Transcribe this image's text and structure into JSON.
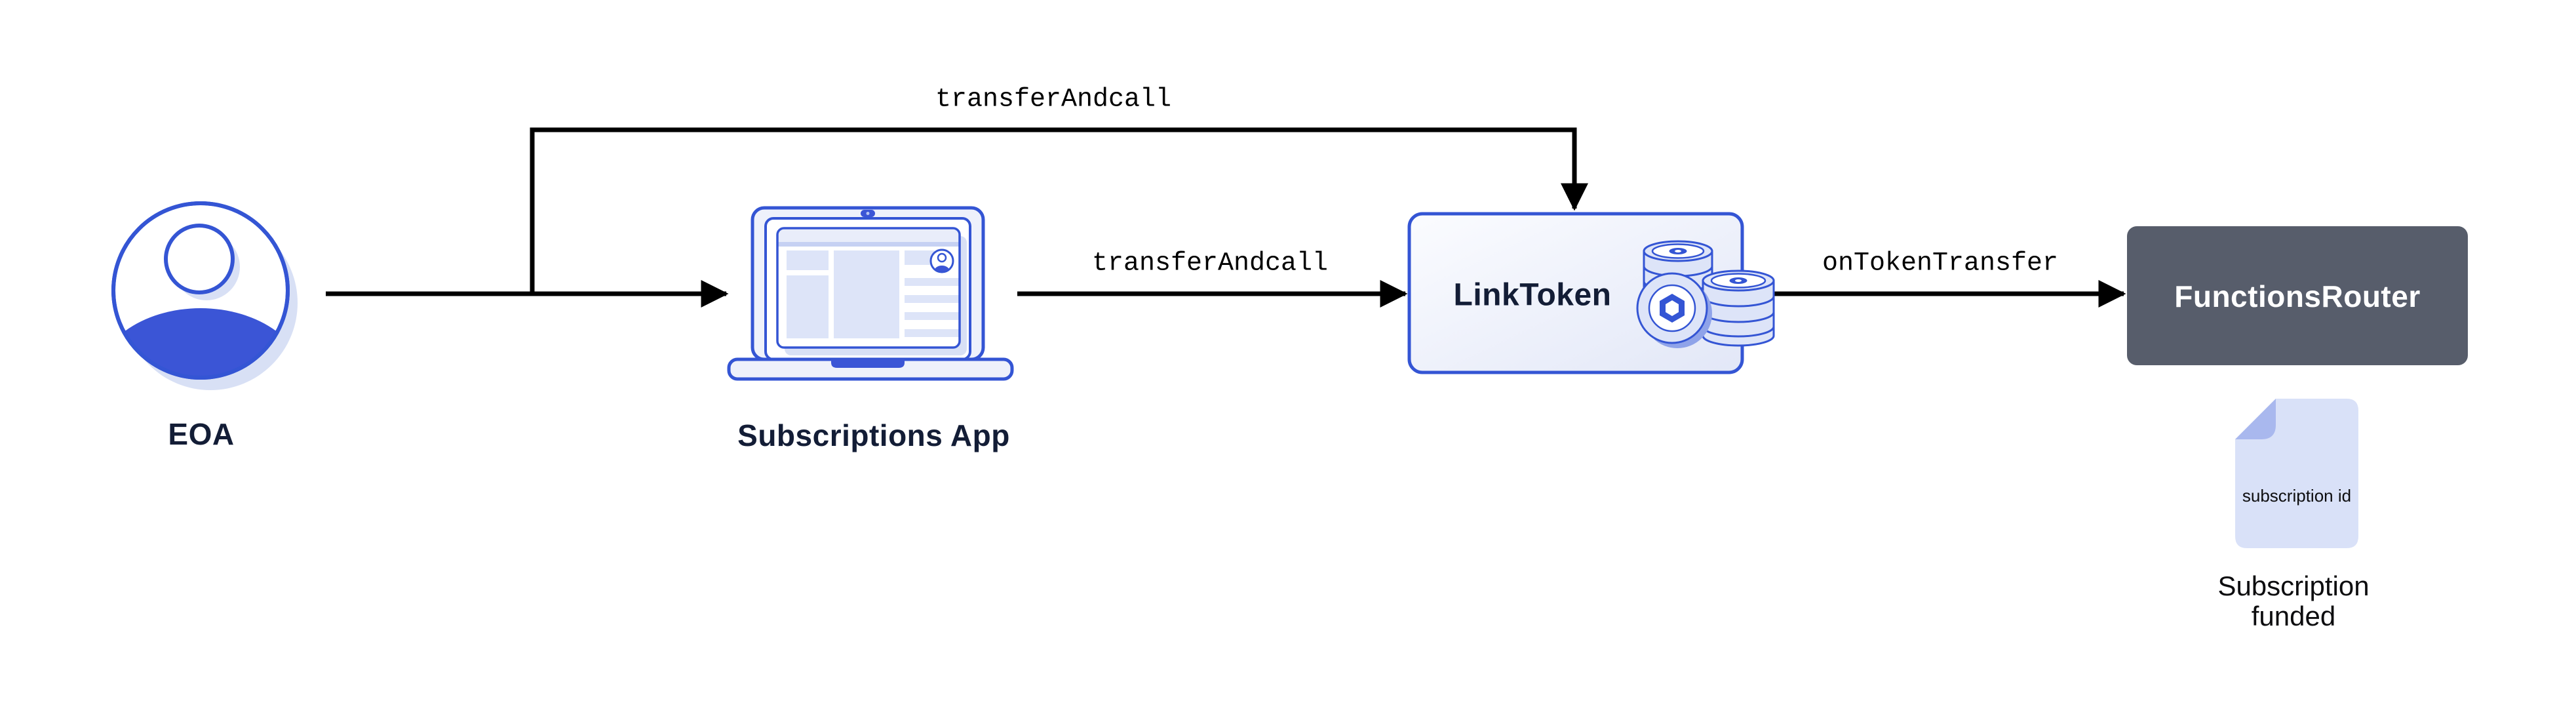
{
  "nodes": {
    "eoa": {
      "label": "EOA",
      "icon": "person-avatar-icon"
    },
    "subscriptions_app": {
      "label": "Subscriptions App",
      "icon": "laptop-app-icon"
    },
    "link_token": {
      "label": "LinkToken",
      "icon": "link-coin-stack-icon"
    },
    "functions_router": {
      "label": "FunctionsRouter"
    }
  },
  "edges": {
    "eoa_to_link_token": {
      "label": "transferAndcall"
    },
    "app_to_link_token": {
      "label": "transferAndcall"
    },
    "link_token_to_functions_router": {
      "label": "onTokenTransfer"
    }
  },
  "artifact": {
    "document_icon": "subscription-document-icon",
    "document_text": "subscription id",
    "caption": "Subscription funded"
  },
  "colors": {
    "accent_blue": "#3455d4",
    "royal_blue": "#3b55d6",
    "navy_text": "#131d36",
    "slate_box": "#575d6b",
    "lavender": "#dde4f8",
    "lavender_light": "#eef1fb",
    "lavender_shadow": "#d8e0f5",
    "doc_fill": "#d9e1f8",
    "doc_fold": "#a9b8ee",
    "coin_shade": "#8fa3e9",
    "arrow_black": "#000000",
    "white": "#ffffff"
  }
}
